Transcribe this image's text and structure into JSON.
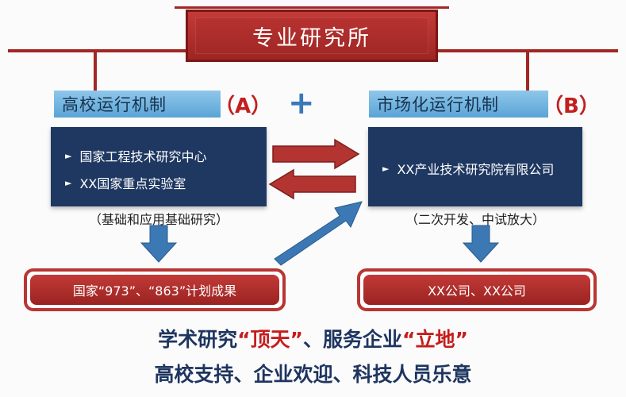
{
  "title": "专业研究所",
  "colors": {
    "title_red": "#a12724",
    "heading_blue": "#6aaedc",
    "navy": "#1f3862",
    "arrow_red": "#b33431",
    "arrow_blue": "#3c78b4",
    "highlight_red": "#c51d1d"
  },
  "plus": "+",
  "left": {
    "heading": "高校运行机制",
    "tag": "（A）",
    "items": [
      "国家工程技术研究中心",
      "XX国家重点实验室"
    ],
    "caption": "（基础和应用基础研究）",
    "result": "国家“973”、“863”计划成果"
  },
  "right": {
    "heading": "市场化运行机制",
    "tag": "（B）",
    "items": [
      "XX产业技术研究院有限公司"
    ],
    "caption": "（二次开发、中试放大）",
    "result": "XX公司、XX公司"
  },
  "bullet_icon": "triangle-bullet-icon",
  "tagline1": {
    "part1": "学术研究",
    "hl1": "“顶天”",
    "part2": "、服务企业",
    "hl2": "“立地”"
  },
  "tagline2": "高校支持、企业欢迎、科技人员乐意"
}
